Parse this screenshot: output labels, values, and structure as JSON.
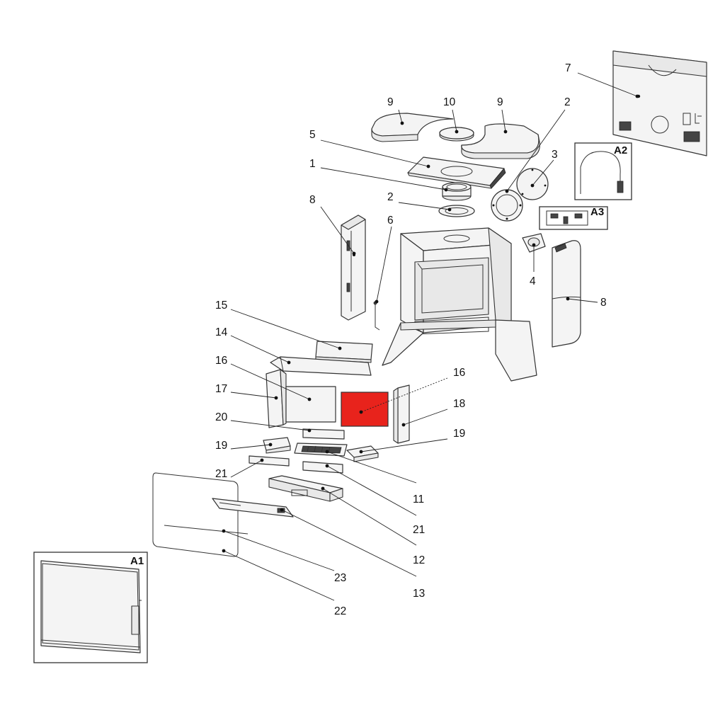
{
  "diagram": {
    "colors": {
      "highlight": "#e8231c",
      "outline": "#333333",
      "part_fill": "#f4f4f4",
      "background": "#ffffff"
    },
    "highlighted_part": "16",
    "callouts": {
      "c1": "1",
      "c2a": "2",
      "c2b": "2",
      "c3": "3",
      "c4": "4",
      "c5": "5",
      "c6": "6",
      "c7": "7",
      "c8a": "8",
      "c8b": "8",
      "c9a": "9",
      "c9b": "9",
      "c10": "10",
      "c11": "11",
      "c12": "12",
      "c13": "13",
      "c14": "14",
      "c15": "15",
      "c16a": "16",
      "c16b": "16",
      "c17": "17",
      "c18": "18",
      "c19a": "19",
      "c19b": "19",
      "c20": "20",
      "c21a": "21",
      "c21b": "21",
      "c22": "22",
      "c23": "23"
    },
    "insets": {
      "a1": "A1",
      "a2": "A2",
      "a3": "A3"
    }
  }
}
